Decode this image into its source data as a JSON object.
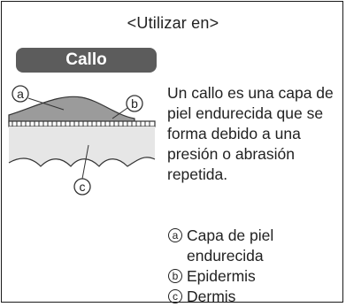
{
  "header": {
    "title": "<Utilizar en>"
  },
  "section": {
    "label": "Callo"
  },
  "description": "Un callo es una capa de piel endurecida que se forma debido a una presión o abrasión repetida.",
  "diagram_markers": {
    "a": "a",
    "b": "b",
    "c": "c"
  },
  "legend": [
    {
      "marker": "a",
      "text": "Capa de piel endurecida"
    },
    {
      "marker": "b",
      "text": "Epidermis"
    },
    {
      "marker": "c",
      "text": "Dermis"
    }
  ]
}
